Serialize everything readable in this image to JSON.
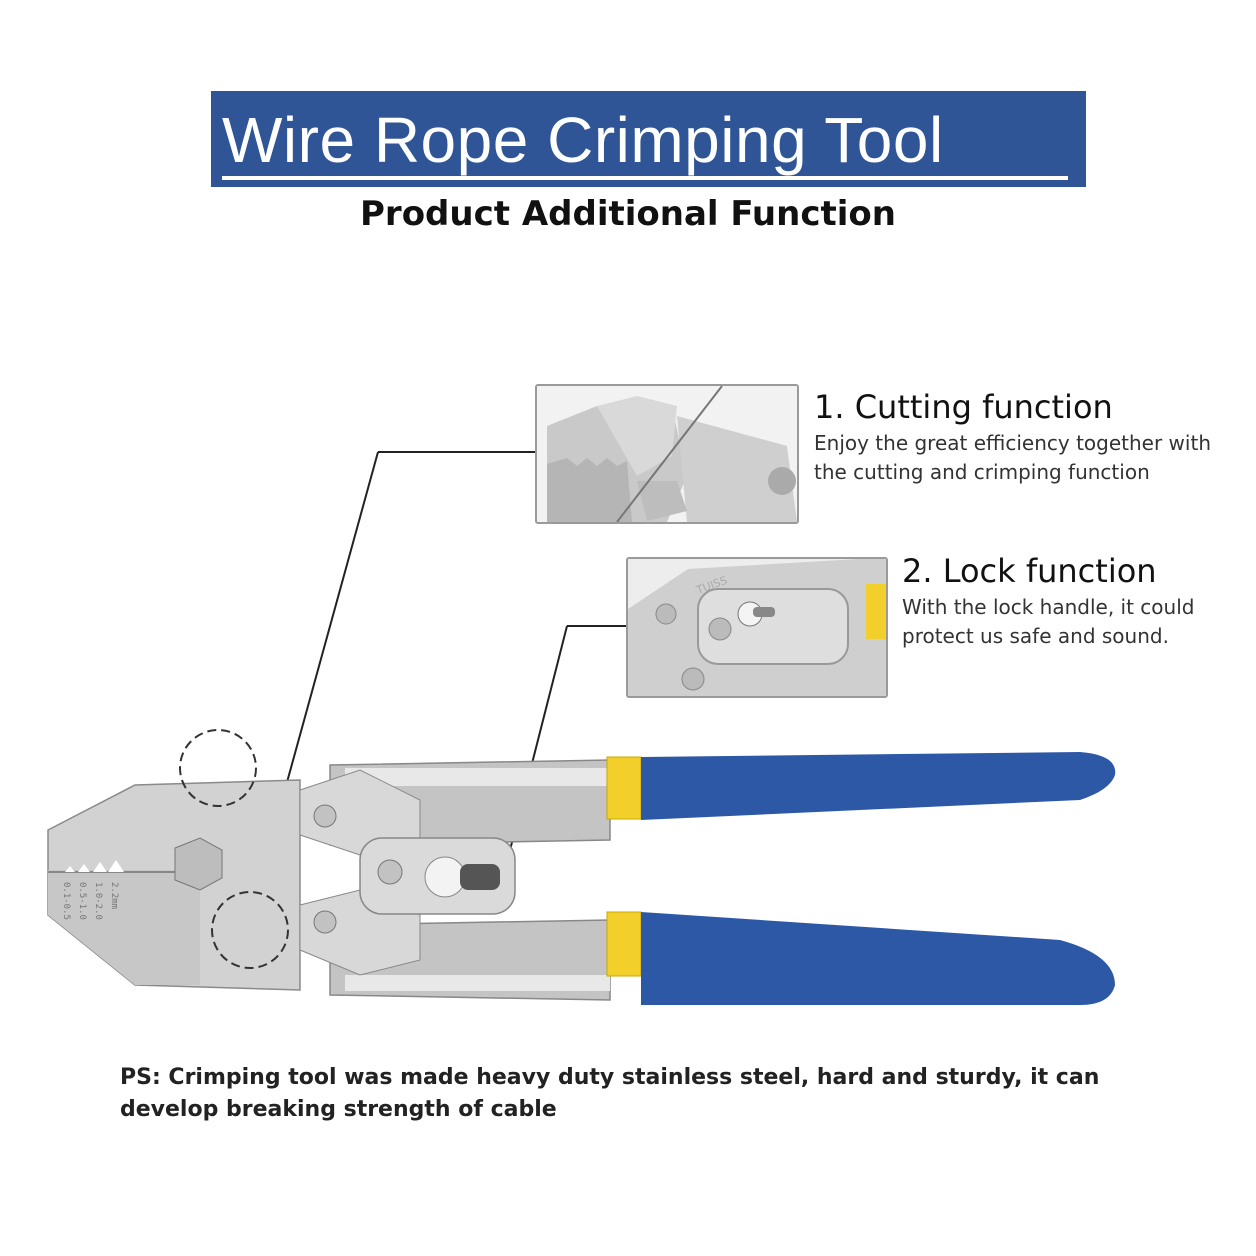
{
  "header": {
    "title": "Wire Rope Crimping Tool",
    "subtitle": "Product Additional Function",
    "banner_color": "#2f5597"
  },
  "features": [
    {
      "title": "1. Cutting function",
      "description_lines": [
        "Enjoy the great efficiency together with",
        "the cutting and crimping function"
      ]
    },
    {
      "title": "2. Lock function",
      "description_lines": [
        "With the lock handle, it could",
        "protect us safe and sound."
      ]
    }
  ],
  "tool": {
    "jaw_size_labels": [
      "0.1-0.5",
      "0.5-1.0",
      "1.0-2.0",
      "2.2mm"
    ],
    "brand_mark": "TUISS",
    "handle_color": "#2d58a6",
    "collar_color": "#f2cf2a"
  },
  "footer": {
    "ps_text": "PS: Crimping tool was made heavy duty stainless steel, hard and sturdy, it can develop breaking strength of cable"
  }
}
